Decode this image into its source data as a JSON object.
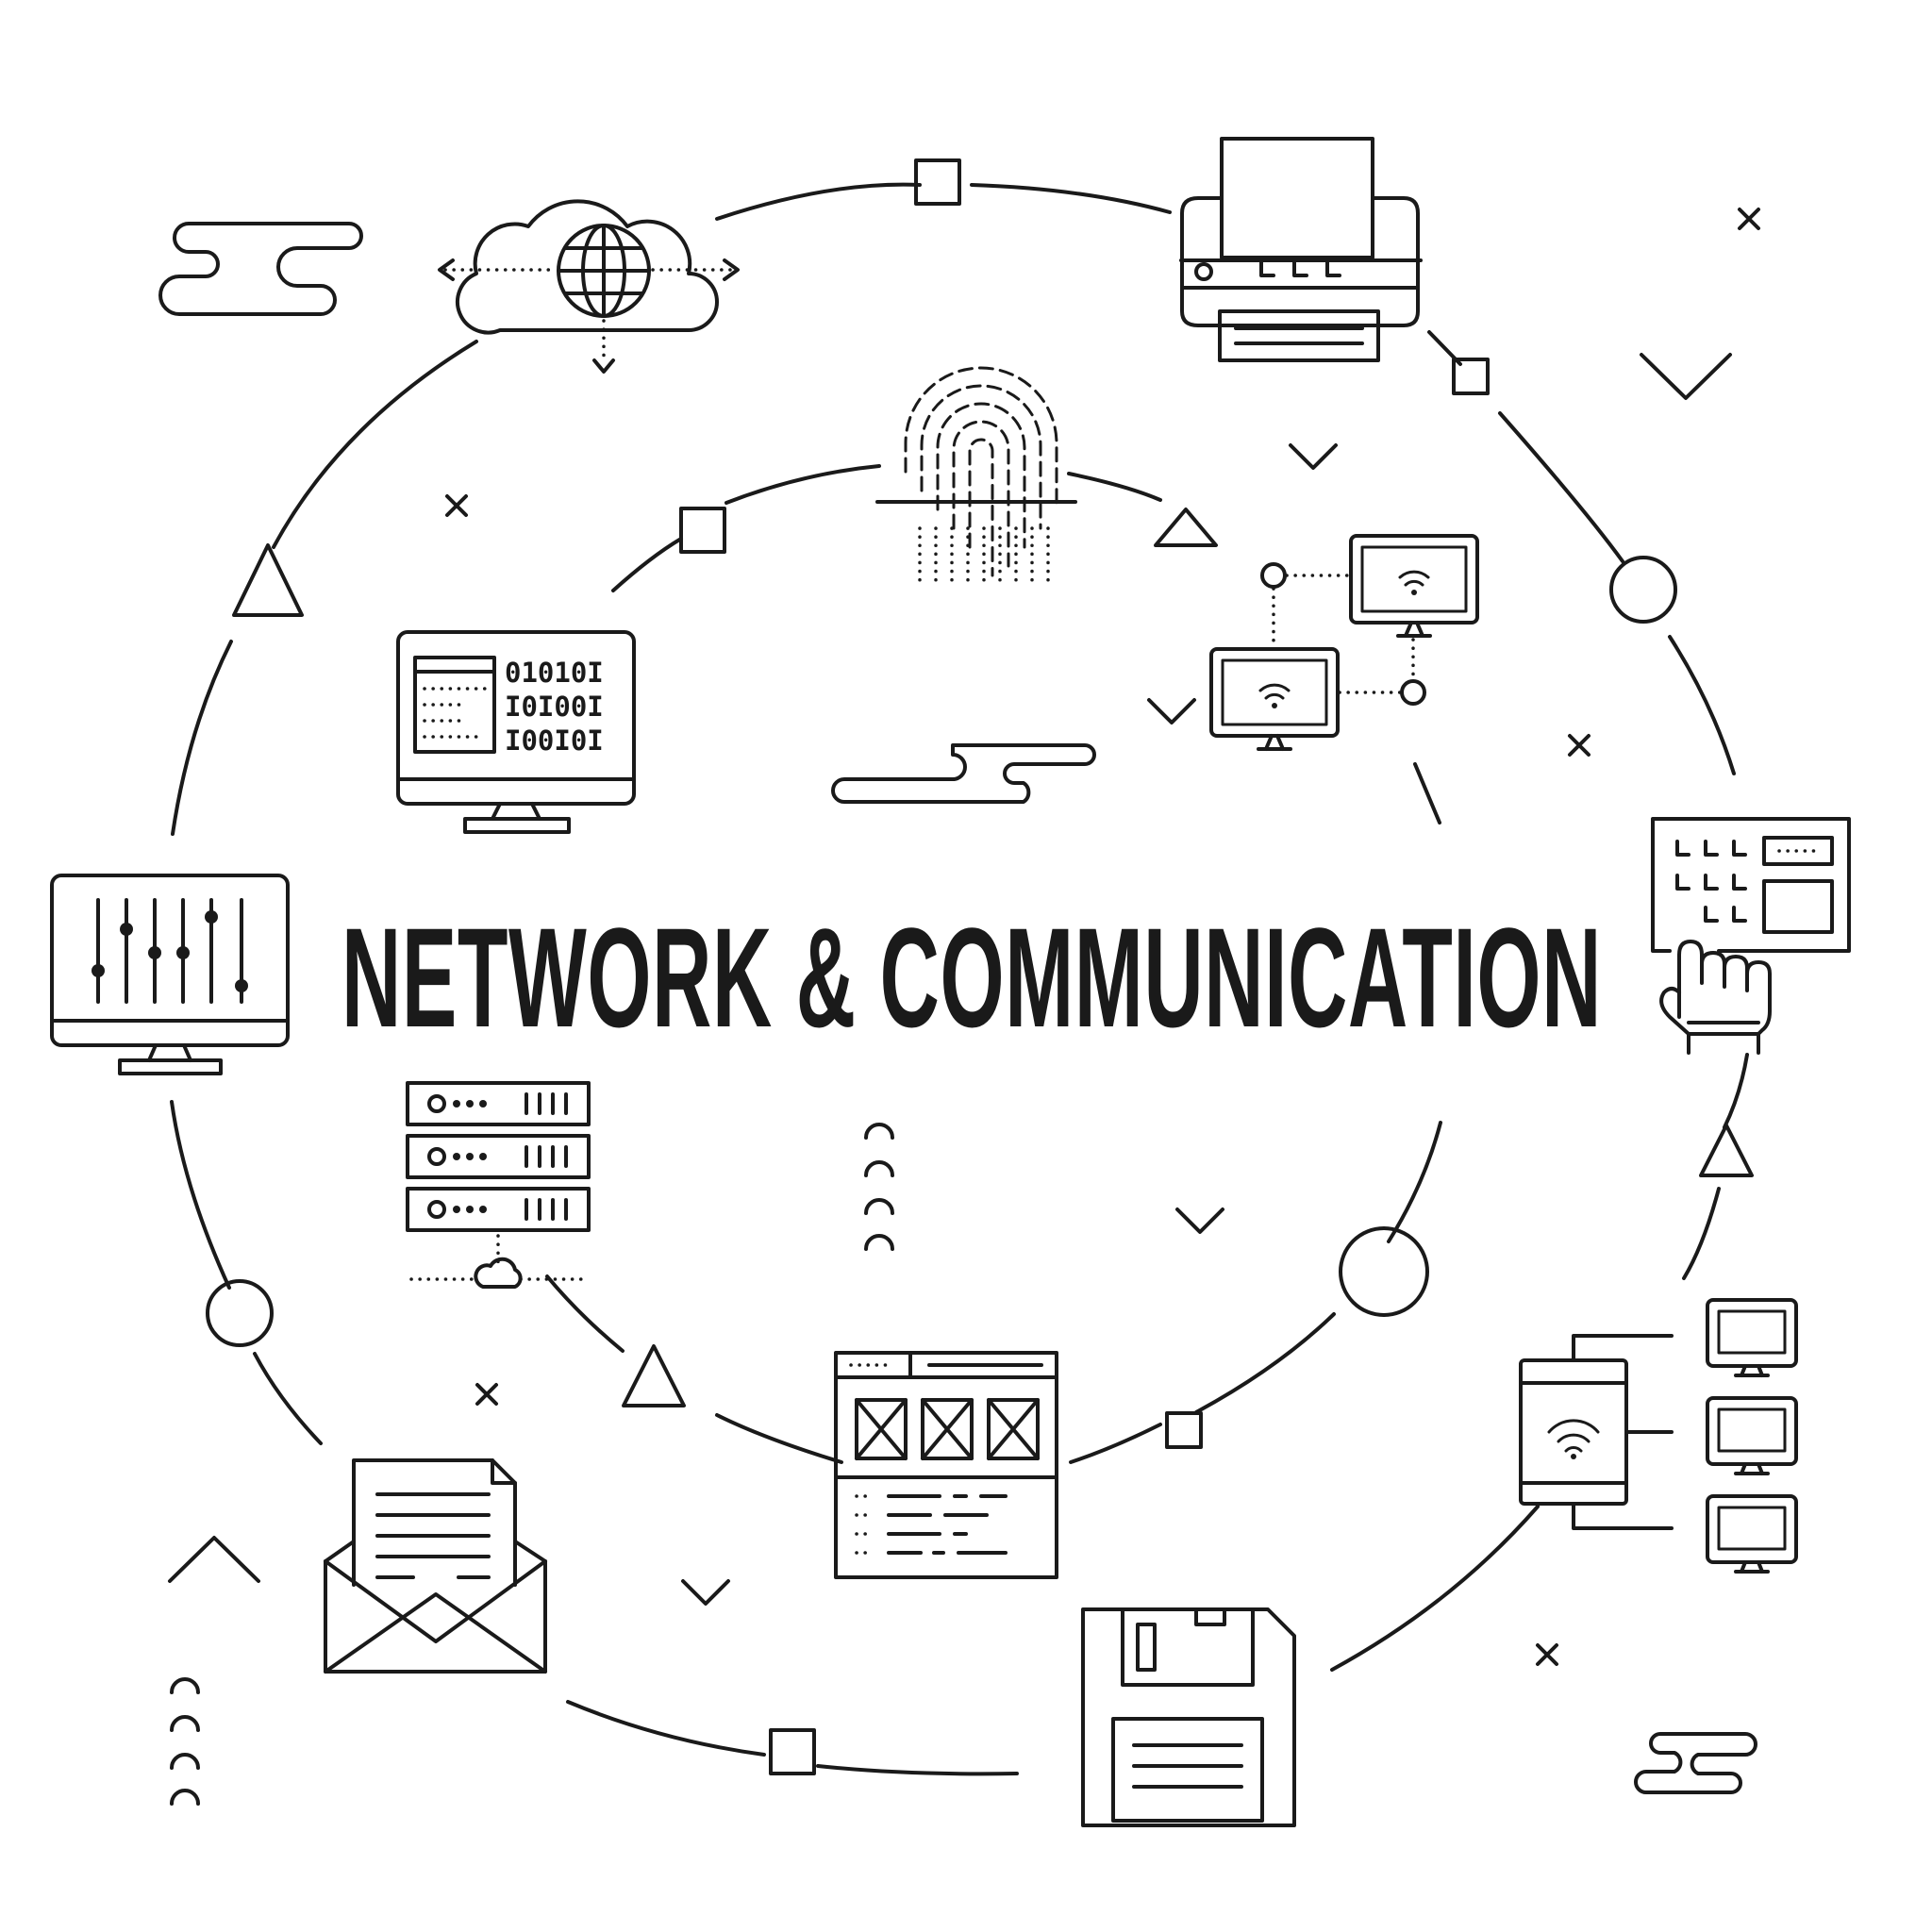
{
  "title": "NETWORK & COMMUNICATION",
  "binary_lines": [
    "01010I",
    "I0I00I",
    "I00I0I"
  ],
  "colors": {
    "ink": "#1a1a1a",
    "background": "#ffffff"
  },
  "icons": [
    "cloud-globe-icon",
    "printer-icon",
    "fingerprint-icon",
    "monitor-binary-icon",
    "wifi-monitors-icon",
    "monitor-sliders-icon",
    "touch-keypad-icon",
    "server-rack-icon",
    "webpage-wireframe-icon",
    "router-network-icon",
    "email-envelope-icon",
    "floppy-disk-icon"
  ]
}
